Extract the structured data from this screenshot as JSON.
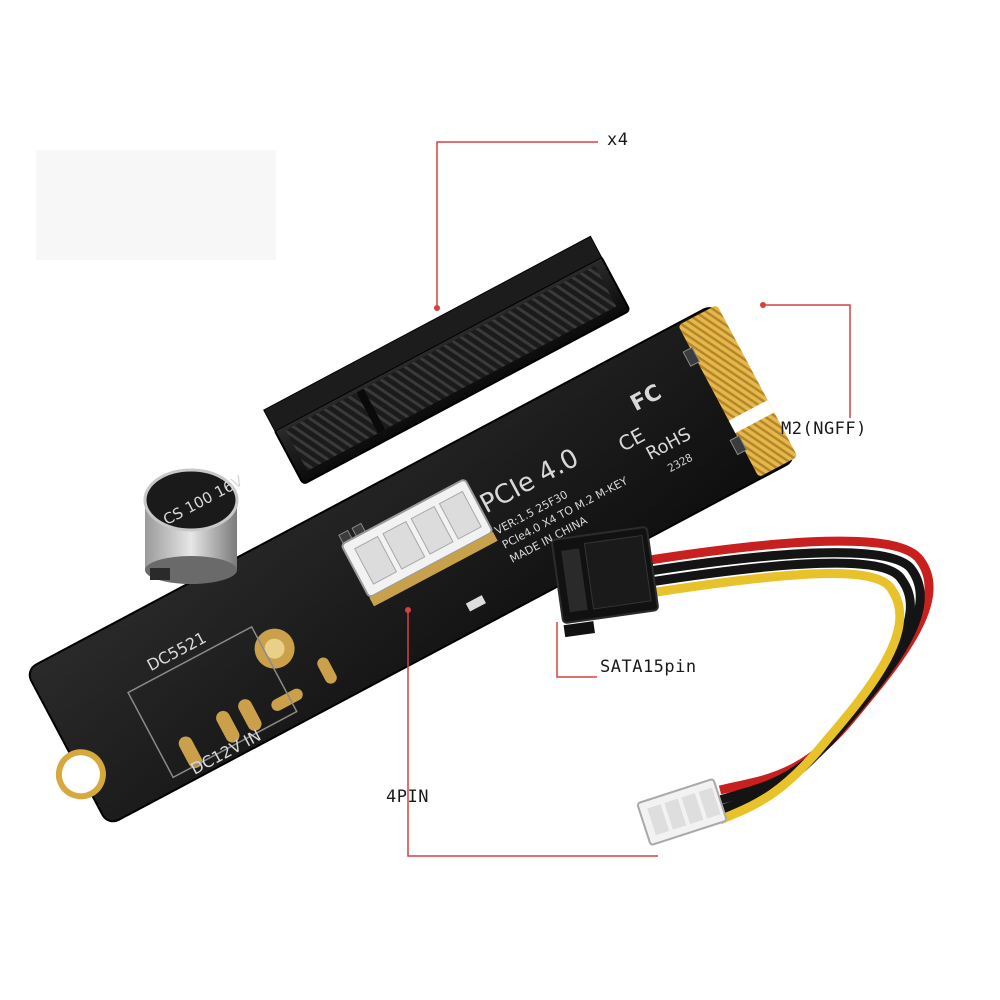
{
  "callouts": {
    "x4": "x4",
    "m2": "M2(NGFF)",
    "sata": "SATA15pin",
    "pin4": "4PIN"
  },
  "board_print": {
    "pcie": "PCIe 4.0",
    "ver": "VER:1.5  25F30",
    "desc": "PCIe4.0 X4 TO M.2 M-KEY",
    "made": "MADE IN CHINA",
    "fc": "FC",
    "ce": "CE",
    "rohs": "RoHS",
    "date_code": "2328",
    "dc5521": "DC5521",
    "dc12v": "DC12V IN",
    "cap": "CS 100 16V"
  },
  "colors": {
    "callout_line": "#d84040",
    "pcb": "#151515",
    "gold": "#d6a93c",
    "wire_red": "#c8201e",
    "wire_yellow": "#e8c22a",
    "wire_black": "#141414",
    "connector_white": "#f2f2f2"
  }
}
